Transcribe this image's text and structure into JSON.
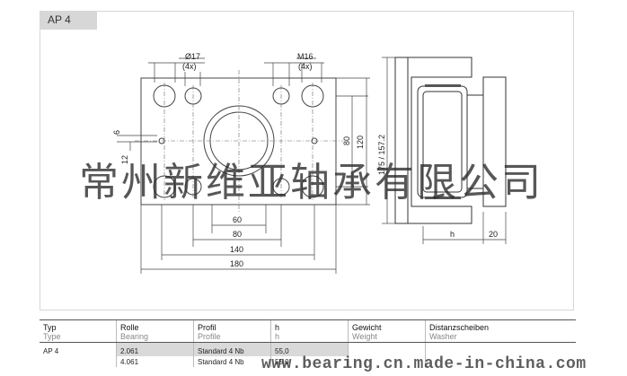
{
  "header": {
    "title": "AP 4"
  },
  "dimensions": {
    "bore_hole": "Ø17",
    "bore_count": "(4x)",
    "thread": "M16",
    "thread_count": "(4x)",
    "d60": "60",
    "d80_h": "80",
    "d140": "140",
    "d180": "180",
    "d80_v": "80",
    "d120": "120",
    "d175": "175 / 157.2",
    "d6": "6",
    "d12": "12",
    "dh": "h",
    "d20": "20"
  },
  "watermark": {
    "text": "常州新维亚轴承有限公司",
    "url": "www.bearing.cn.made-in-china.com"
  },
  "table": {
    "headers": [
      {
        "de": "Typ",
        "en": "Type"
      },
      {
        "de": "Rolle",
        "en": "Bearing"
      },
      {
        "de": "Profil",
        "en": "Profile"
      },
      {
        "de": "h",
        "en": "h"
      },
      {
        "de": "Gewicht",
        "en": "Weight"
      },
      {
        "de": "Distanzscheiben",
        "en": "Washer"
      }
    ],
    "rows": [
      {
        "type": "AP 4",
        "bearing": "2.061",
        "profile": "Standard 4 Nb",
        "h": "55,0",
        "weight": "",
        "washer": ""
      },
      {
        "type": "",
        "bearing": "4.061",
        "profile": "Standard 4 Nb",
        "h": "55,0",
        "weight": "",
        "washer": ""
      }
    ]
  }
}
